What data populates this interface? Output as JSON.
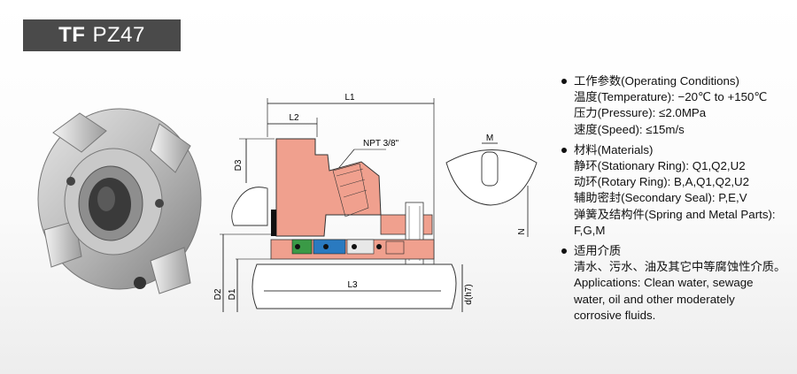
{
  "header": {
    "brand": "TF",
    "model": "PZ47"
  },
  "drawing": {
    "labels": {
      "l1": "L1",
      "l2": "L2",
      "l3": "L3",
      "d3": "D3",
      "d2": "D2",
      "d1": "D1",
      "d": "d(h7)",
      "npt": "NPT 3/8\"",
      "m": "M",
      "n": "N"
    }
  },
  "specs": {
    "operating": {
      "heading": "工作参数(Operating Conditions)",
      "lines": [
        "温度(Temperature): −20℃ to +150℃",
        "压力(Pressure): ≤2.0MPa",
        "速度(Speed): ≤15m/s"
      ]
    },
    "materials": {
      "heading": "材料(Materials)",
      "lines": [
        "静环(Stationary Ring): Q1,Q2,U2",
        "动环(Rotary Ring): B,A,Q1,Q2,U2",
        "辅助密封(Secondary Seal): P,E,V",
        "弹簧及结构件(Spring and Metal Parts):",
        "F,G,M"
      ]
    },
    "applications": {
      "heading": "适用介质",
      "lines": [
        "清水、污水、油及其它中等腐蚀性介质。",
        "Applications: Clean water, sewage",
        "water, oil and other moderately",
        "corrosive fluids."
      ]
    }
  },
  "colors": {
    "title_bg": "#4a4a4a",
    "part_salmon": "#f0a08e",
    "seal_green": "#3a9a46",
    "seal_blue": "#2a7ac0"
  }
}
